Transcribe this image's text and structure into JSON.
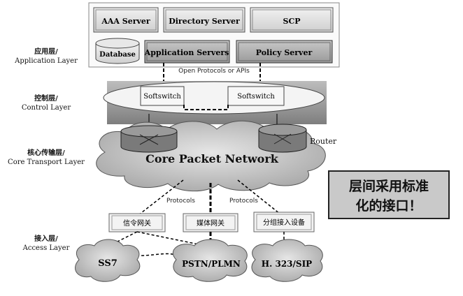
{
  "layers": {
    "application": {
      "cn": "应用层/",
      "en": "Application Layer"
    },
    "control": {
      "cn": "控制层/",
      "en": "Control Layer"
    },
    "transport": {
      "cn": "核心传输层/",
      "en": "Core Transport  Layer"
    },
    "access": {
      "cn": "接入层/",
      "en": "Access Layer"
    }
  },
  "application_layer": {
    "aaa": "AAA Server",
    "directory": "Directory Server",
    "scp": "SCP",
    "database": "Database",
    "app_servers": "Application Servers",
    "policy": "Policy Server",
    "open_protocols": "Open Protocols or APIs"
  },
  "control_layer": {
    "softswitch_left": "Softswitch",
    "softswitch_right": "Softswitch"
  },
  "core": {
    "network": "Core Packet Network",
    "router": "Router",
    "protocols_left": "Protocols",
    "protocols_right": "Protocols"
  },
  "gateways": {
    "signaling": "信令网关",
    "media": "媒体网关",
    "access": "分组接入设备"
  },
  "access_networks": {
    "ss7": "SS7",
    "pstn": "PSTN/PLMN",
    "h323": "H. 323/SIP"
  },
  "callout": {
    "line1": "层间采用标准",
    "line2": "化的接口！"
  }
}
